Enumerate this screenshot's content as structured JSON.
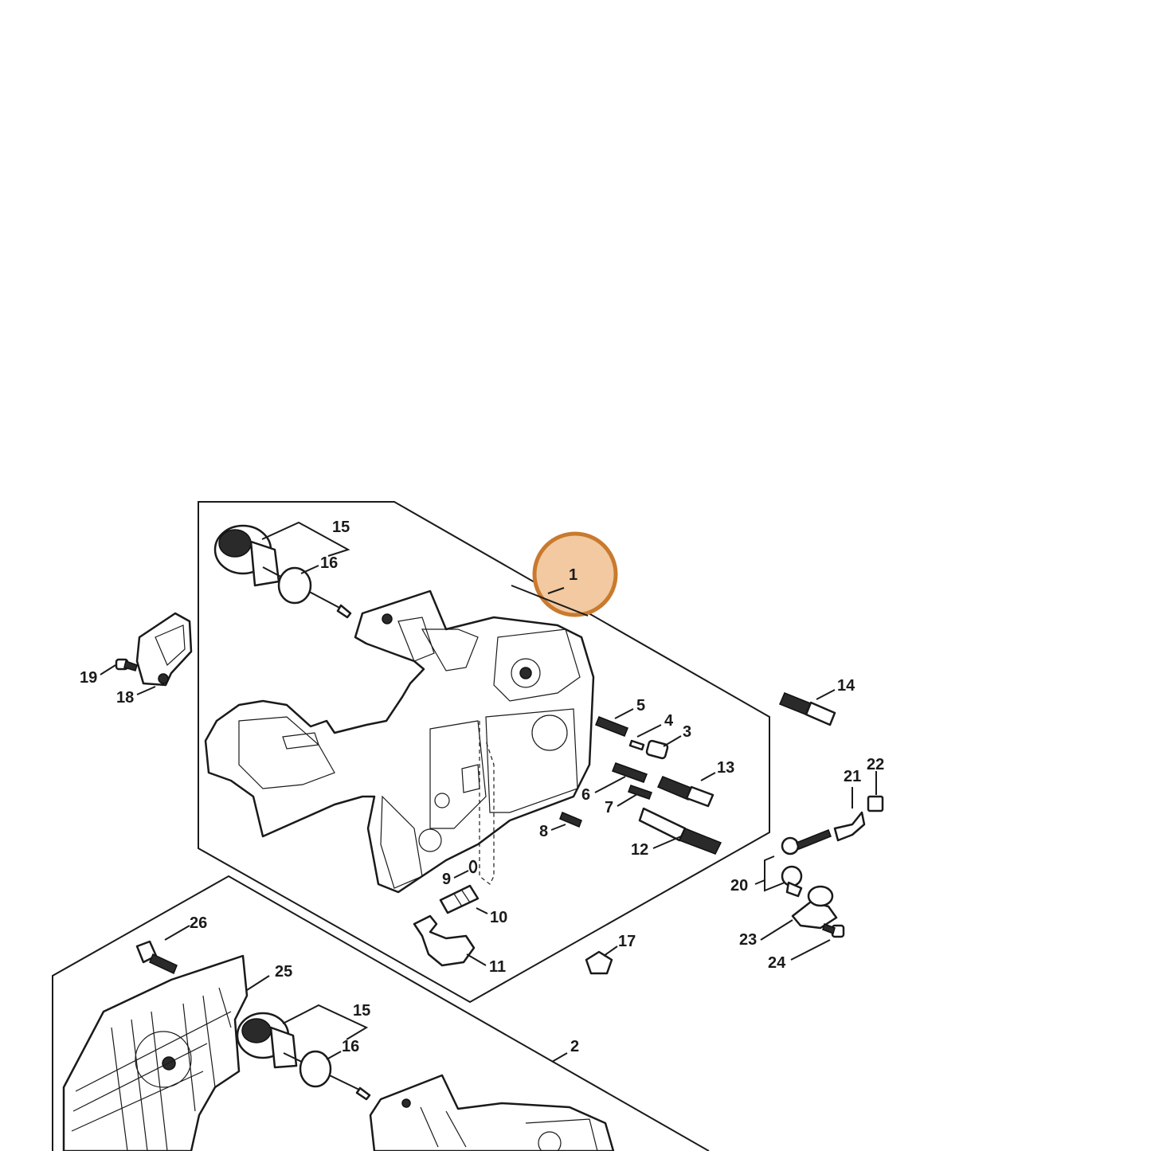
{
  "highlight": {
    "label": "1",
    "fill": "#f2c9a0",
    "stroke": "#c97a2e"
  },
  "callouts": {
    "c1": "1",
    "c2": "2",
    "c3": "3",
    "c4": "4",
    "c5": "5",
    "c6": "6",
    "c7": "7",
    "c8": "8",
    "c9": "9",
    "c10": "10",
    "c11": "11",
    "c12": "12",
    "c13": "13",
    "c14": "14",
    "c15a": "15",
    "c15b": "15",
    "c16a": "16",
    "c16b": "16",
    "c17": "17",
    "c18": "18",
    "c19": "19",
    "c20": "20",
    "c21": "21",
    "c22": "22",
    "c23": "23",
    "c24": "24",
    "c25": "25",
    "c26": "26"
  }
}
